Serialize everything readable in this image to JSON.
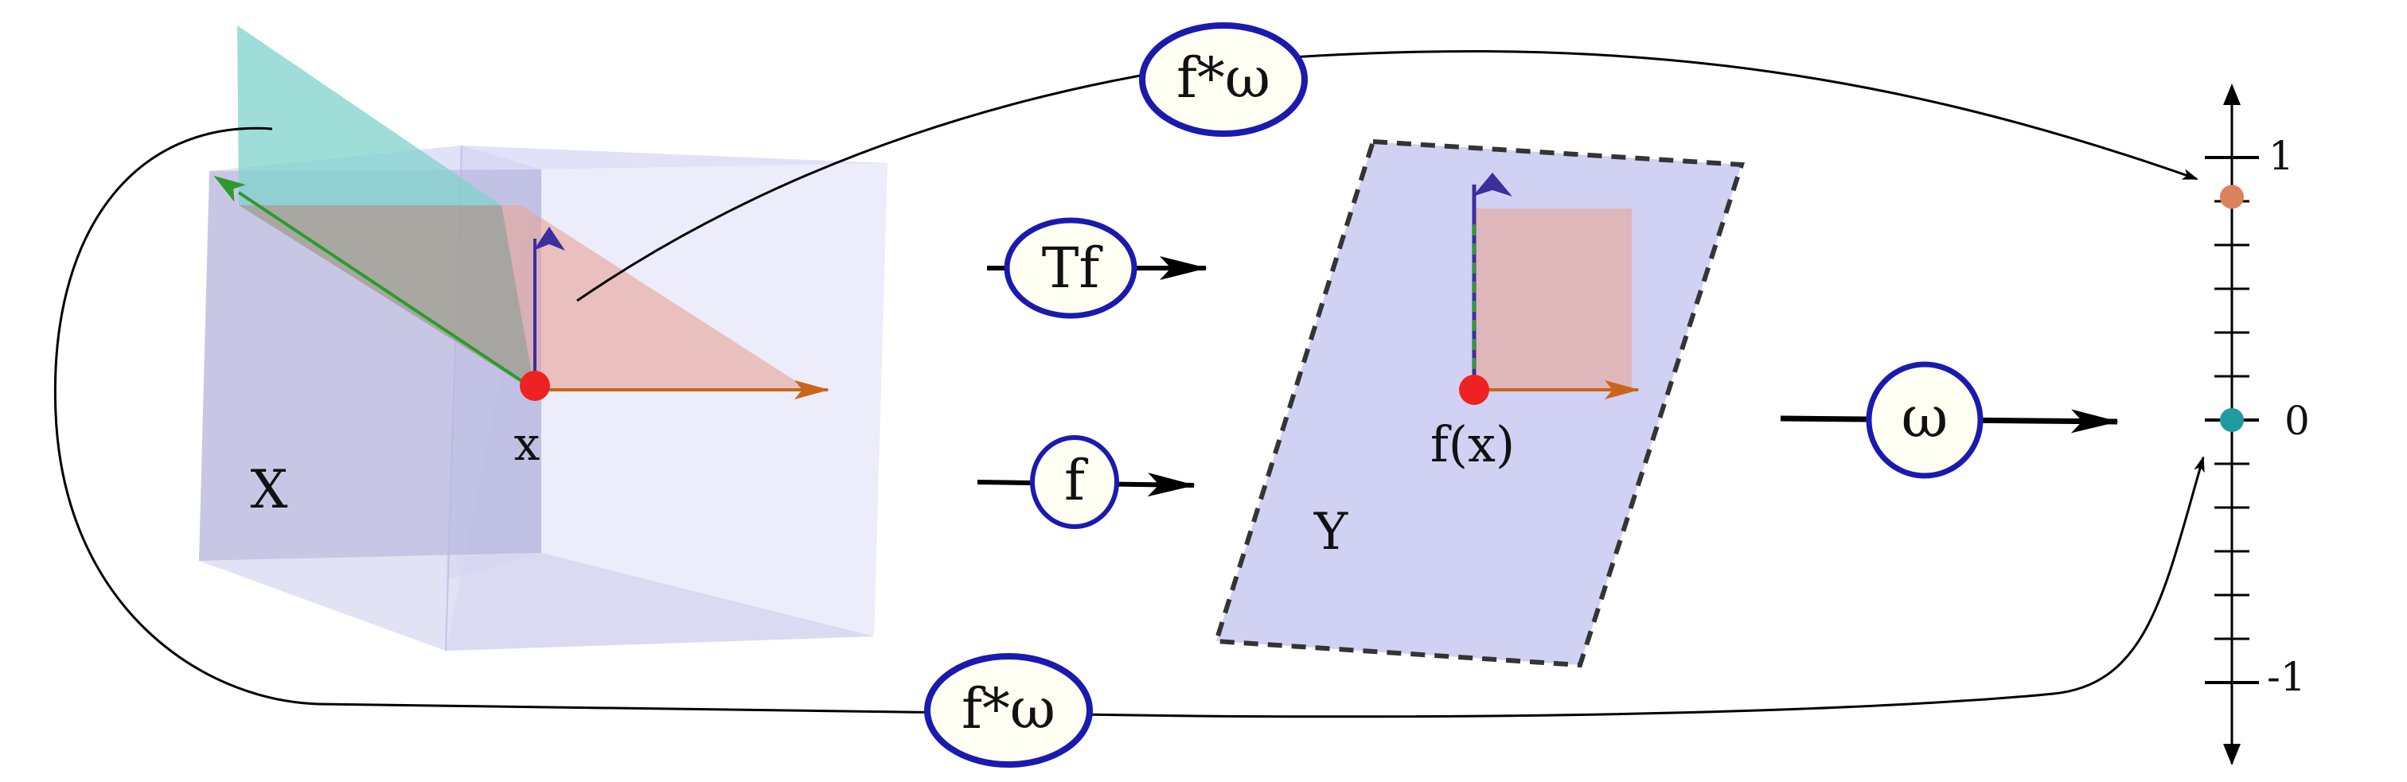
{
  "labels": {
    "space_x": "X",
    "point_x": "x",
    "space_y": "Y",
    "point_fx": "f(x)"
  },
  "maps": {
    "f": "f",
    "tf": "Tf",
    "omega": "ω",
    "pullback_top": "f*ω",
    "pullback_bottom": "f*ω"
  },
  "number_line": {
    "tick_labels": [
      "1",
      "0",
      "-1"
    ],
    "marked_values": [
      0.85,
      0.0
    ]
  },
  "colors": {
    "volume_fill": "#c9c9f2",
    "plane_cyan": "#7fd1cc",
    "plane_salmon": "#e8a394",
    "vector_green": "#2e9a2e",
    "vector_blue": "#3b2f9e",
    "vector_orange": "#c9651a",
    "point_red": "#ee2222",
    "bubble_stroke": "#1a1ab0",
    "bubble_fill": "#fffef2",
    "marker_orange": "#d9835a",
    "marker_teal": "#1f9aa0"
  }
}
